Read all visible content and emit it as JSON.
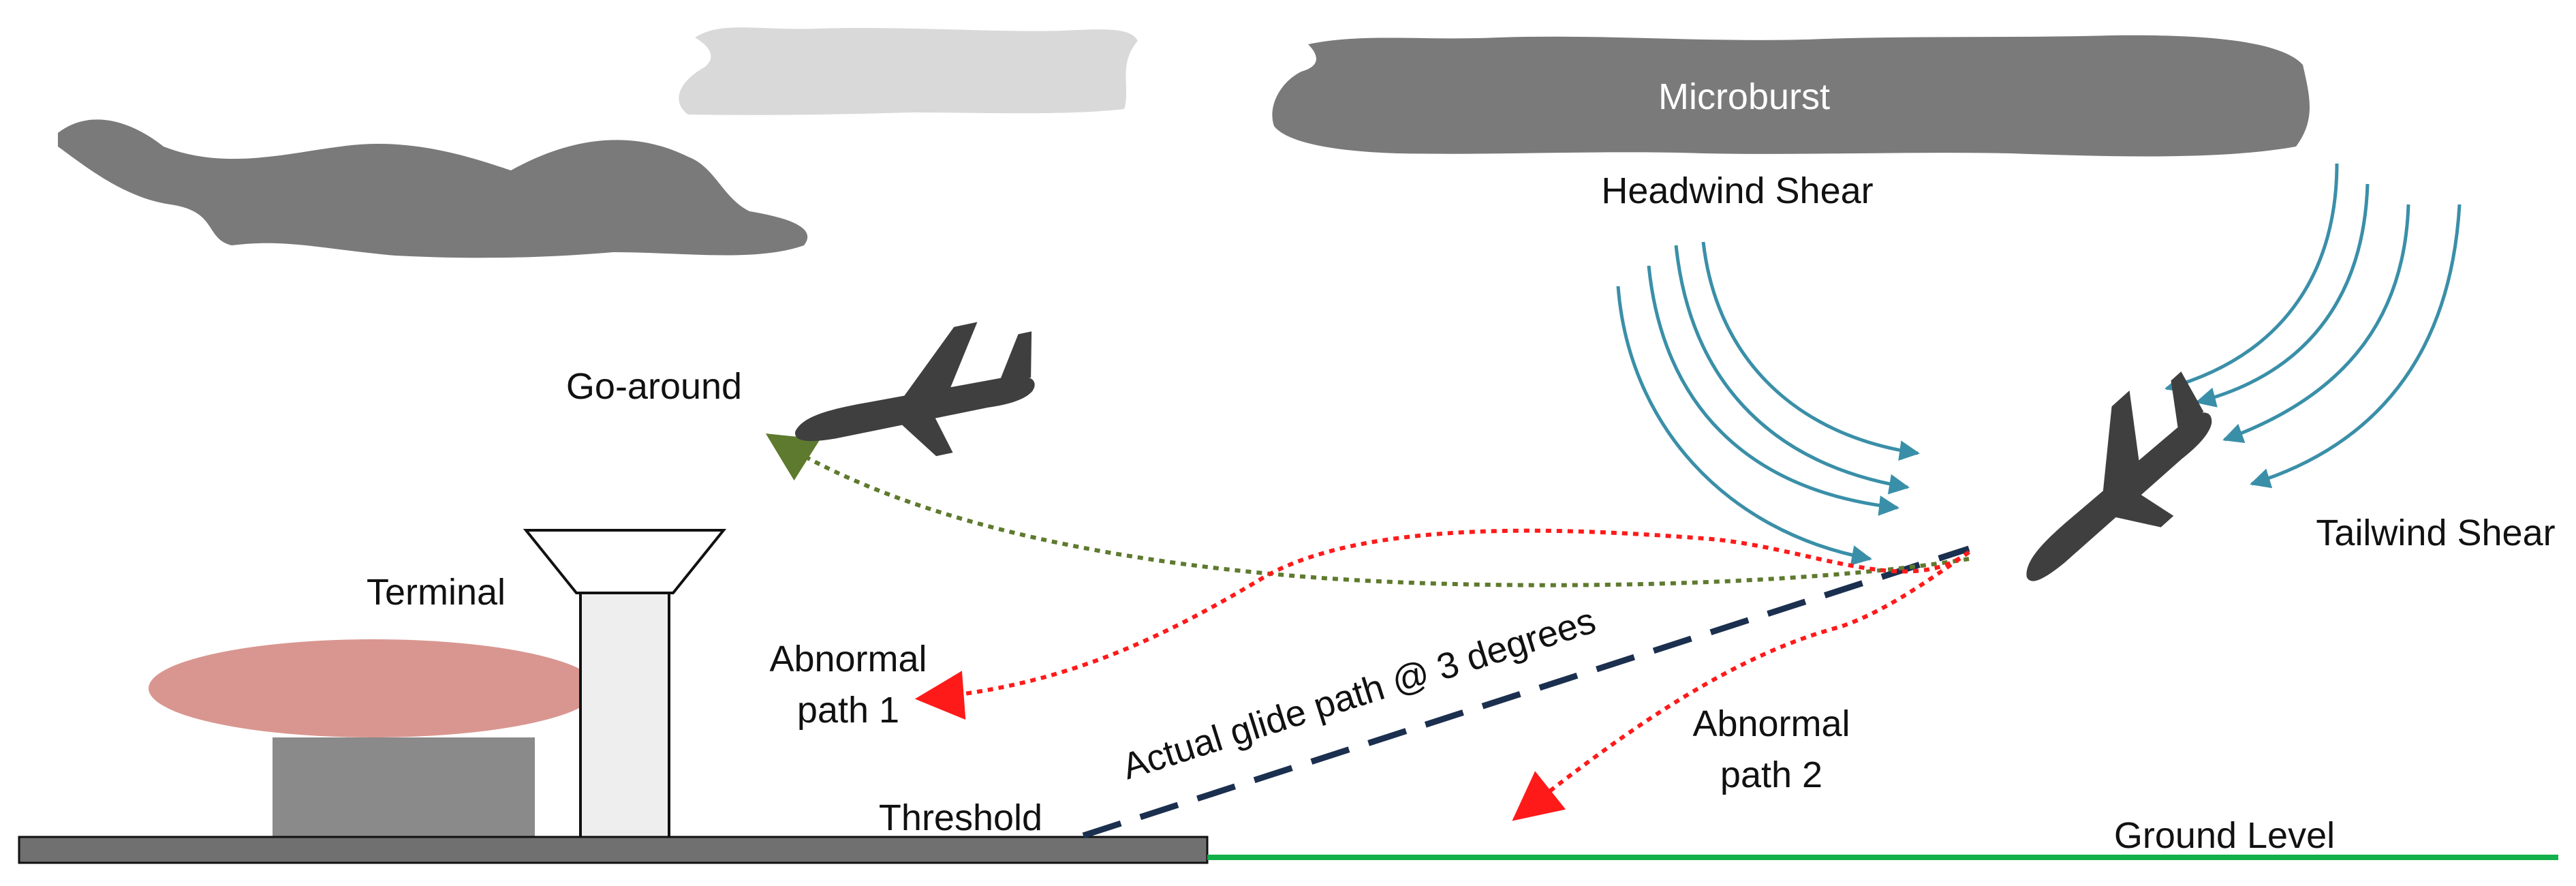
{
  "labels": {
    "microburst": "Microburst",
    "headwind_shear": "Headwind Shear",
    "tailwind_shear": "Tailwind Shear",
    "go_around": "Go-around",
    "terminal": "Terminal",
    "abnormal_path_1_line1": "Abnormal",
    "abnormal_path_1_line2": "path 1",
    "abnormal_path_2_line1": "Abnormal",
    "abnormal_path_2_line2": "path 2",
    "glide_path": "Actual glide path @ 3 degrees",
    "threshold": "Threshold",
    "ground_level": "Ground Level"
  },
  "colors": {
    "cloud_dark": "#7a7a7a",
    "cloud_light": "#d9d9d9",
    "airplane": "#3f3f3f",
    "wind_arrows": "#3a8fa8",
    "go_around_path": "#5e7a2e",
    "abnormal_paths": "#e01010",
    "glide_path": "#1b2f4f",
    "terminal_roof": "#d99690",
    "terminal_building": "#8a8a8a",
    "tower": "#eeeeee",
    "runway": "#707070",
    "ground_line": "#12b04a"
  }
}
